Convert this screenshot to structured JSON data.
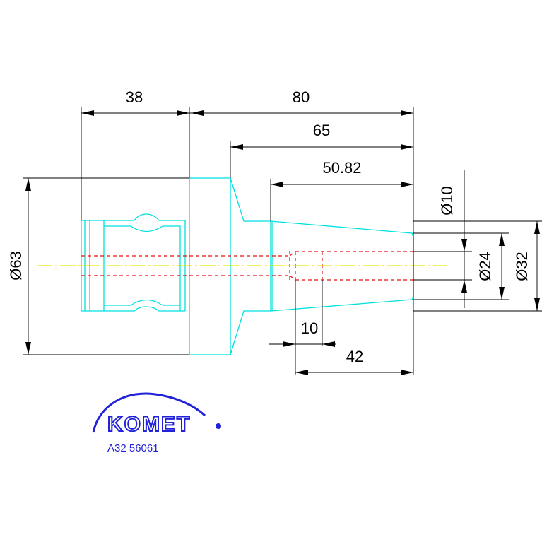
{
  "dimensions": {
    "d38": "38",
    "d80": "80",
    "d65": "65",
    "d5082": "50.82",
    "dia63": "Ø63",
    "dia10": "Ø10",
    "dia24": "Ø24",
    "dia32": "Ø32",
    "d10": "10",
    "d42": "42"
  },
  "logo": {
    "text": "KOMET"
  },
  "part_number": "A32 56061",
  "colors": {
    "part_outline": "#00e0e0",
    "hidden_lines": "#e01010",
    "center_line": "#e8e800",
    "dimension_lines": "#000000",
    "brand": "#2222d8"
  }
}
